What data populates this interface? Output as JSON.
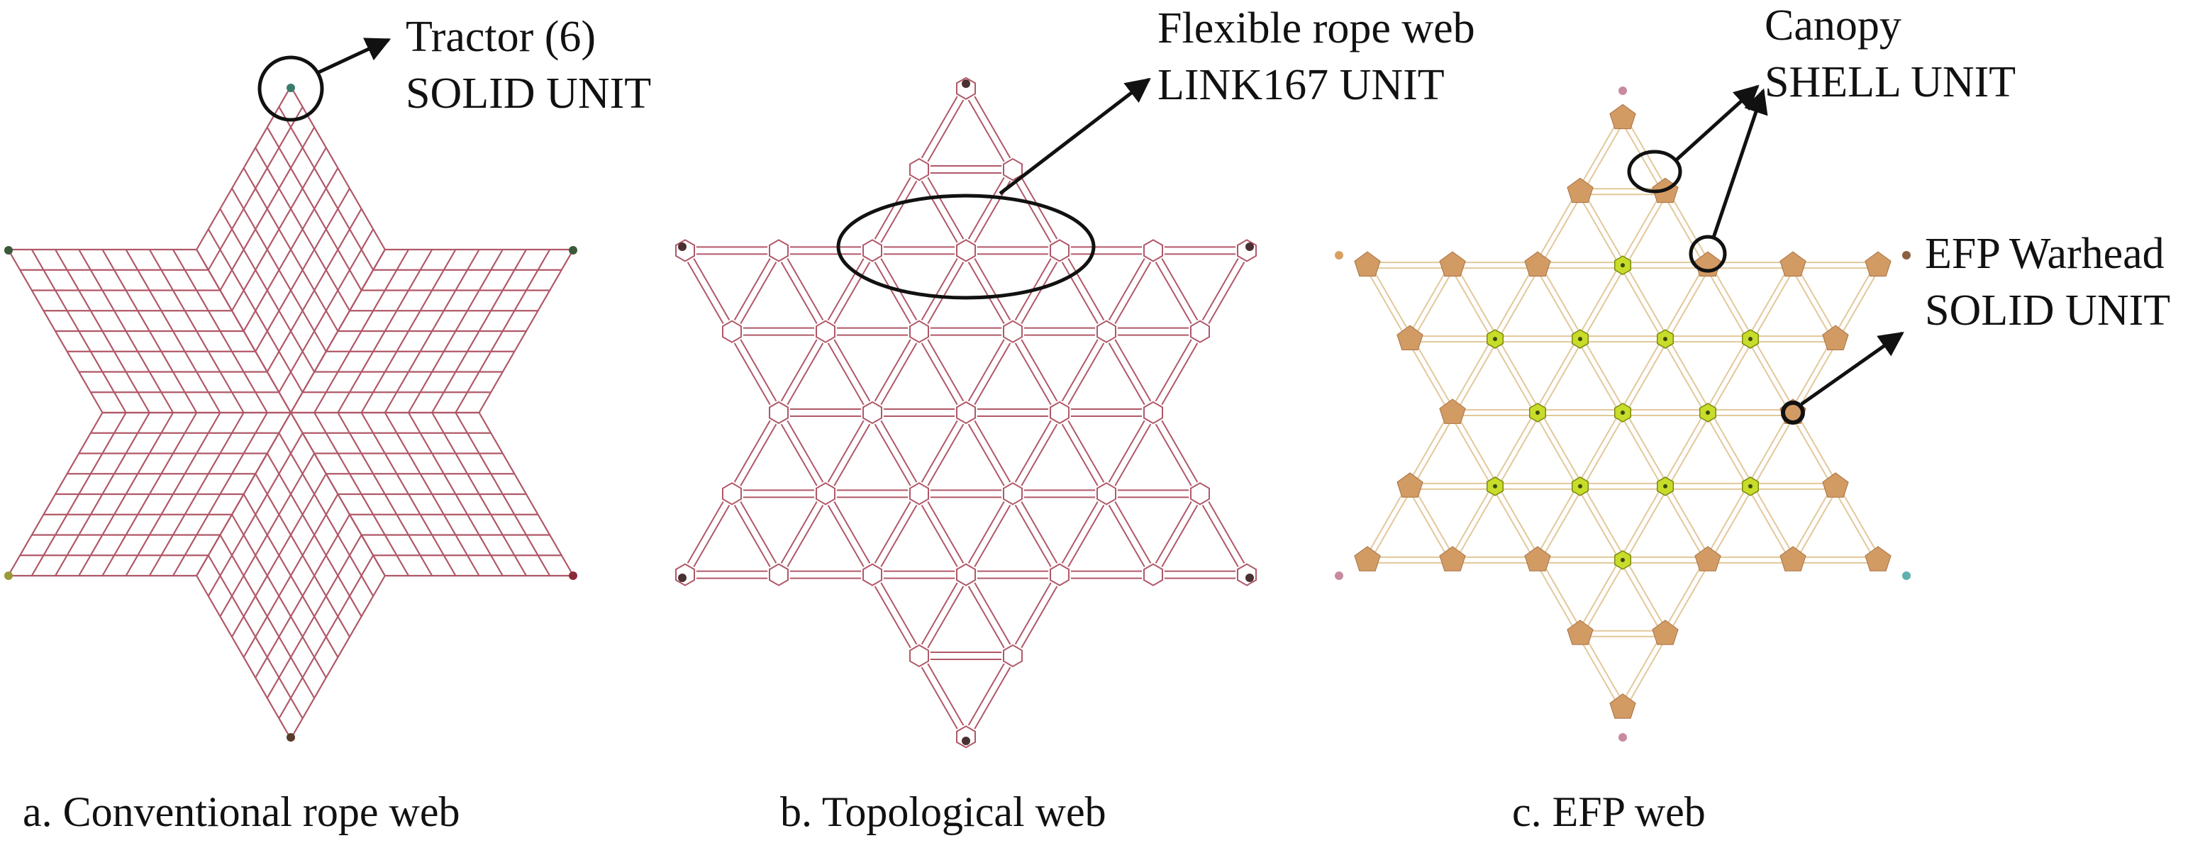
{
  "panels": [
    {
      "caption": "a. Conventional rope web",
      "annotations": [
        {
          "line1": "Tractor (6)",
          "line2": "SOLID UNIT"
        }
      ]
    },
    {
      "caption": "b. Topological web",
      "annotations": [
        {
          "line1": "Flexible rope web",
          "line2": "LINK167 UNIT"
        }
      ]
    },
    {
      "caption": "c. EFP web",
      "annotations": [
        {
          "line1": "Canopy",
          "line2": "SHELL UNIT"
        },
        {
          "line1": "EFP Warhead",
          "line2": "SOLID UNIT"
        }
      ]
    }
  ],
  "colors": {
    "rope_web": "#b05868",
    "efp_web_line": "#e2c89a",
    "canopy": "#d39b64",
    "warhead": "#c8dc2a",
    "tractor_node": "#3a3a3a",
    "text": "#111111"
  }
}
